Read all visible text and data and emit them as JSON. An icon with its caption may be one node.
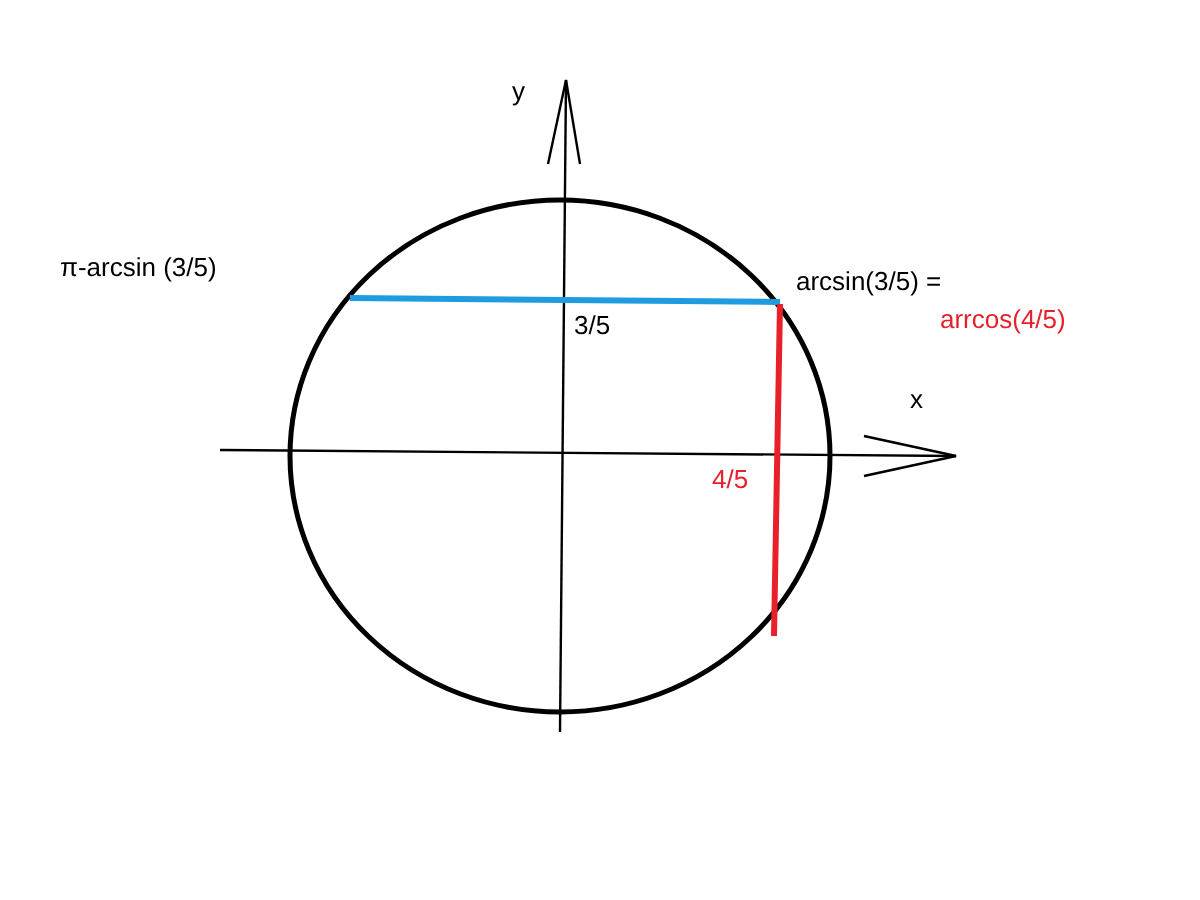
{
  "diagram": {
    "labels": [
      "y",
      "π-arcsin (3/5)",
      "arcsin(3/5) =",
      "arrcos(4/5)",
      "3/5",
      "x",
      "4/5"
    ]
  }
}
